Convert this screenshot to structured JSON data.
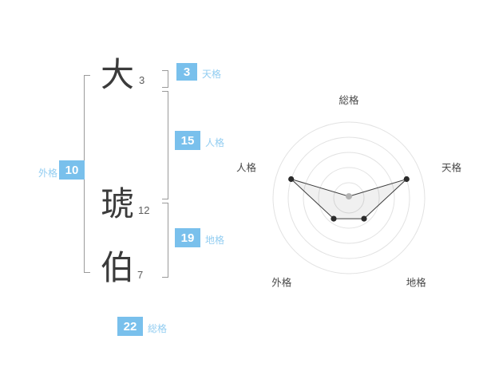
{
  "name_diagram": {
    "characters": [
      {
        "char": "大",
        "strokes": "3"
      },
      {
        "char": "琥",
        "strokes": "12"
      },
      {
        "char": "伯",
        "strokes": "7"
      }
    ],
    "groups": {
      "tenkaku": {
        "value": "3",
        "label": "天格"
      },
      "jinkaku": {
        "value": "15",
        "label": "人格"
      },
      "chikaku": {
        "value": "19",
        "label": "地格"
      },
      "gaikaku": {
        "value": "10",
        "label": "外格"
      },
      "soukaku": {
        "value": "22",
        "label": "総格"
      }
    },
    "accent_color": "#79c0ec",
    "label_color": "#92cdf1",
    "bracket_color": "#9a9a9a"
  },
  "chart_data": {
    "type": "radar",
    "title": "",
    "categories": [
      "総格",
      "天格",
      "地格",
      "外格",
      "人格"
    ],
    "values": [
      2,
      80,
      34,
      34,
      80
    ],
    "max": 100,
    "rings": 5,
    "legend": "none",
    "ring_color": "#e2e2e2",
    "fill_color": "rgba(40,40,40,0.07)",
    "line_color": "#3c3c3c",
    "point_colors": [
      "#b3b3b3",
      "#2b2b2b",
      "#2b2b2b",
      "#2b2b2b",
      "#2b2b2b"
    ],
    "label_color": "#4a4a4a"
  }
}
